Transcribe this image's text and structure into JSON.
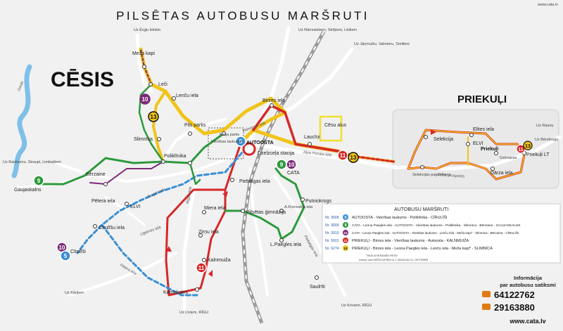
{
  "header": {
    "title": "PILSĒTAS AUTOBUSU MARŠRUTI",
    "url_top": "www.cata.lv"
  },
  "town_labels": {
    "cesis": "CĒSIS",
    "priekuli": "PRIEKUĻI",
    "river": "Gauja"
  },
  "directions": {
    "erglu": "Uz Ērgļu klintim",
    "ramniekiem": "Uz Rāmniekiem, Strīķiem, Lēdiem",
    "jaunmuizu": "Uz Jāņmuižu, Valmieru, Smilteni",
    "raiskumu": "Uz Raiskumu, Straupi, Limbažiem",
    "karliem": "Uz Kārļiem",
    "livani": "Uz Līviem, RĪGU",
    "kriviem": "Uz Kriviem, RĪGU",
    "raunu": "Uz Raunu",
    "berzkrogu": "Uz Bērzkrogu"
  },
  "stops": {
    "meza_kapi": "Meža kapi",
    "leci": "Leči",
    "lencu": "Lenču iela",
    "slimnica": "Slimnīca",
    "pils_parks": "Pils parks",
    "maija_parks": "Maija parks",
    "vienibas_laukums": "Vienības laukums",
    "poliklinika": "Poliklīnika",
    "birzes": "Birzes iela",
    "autoosta": "AUTOOSTA",
    "dzelzcela": "Dzelzceļa stacija",
    "laucini": "Laucīņi",
    "cesu_alus": "Cēsu alus",
    "cata": "CATA",
    "piebalgas": "Piebalgas iela",
    "berzaine": "Bērzaine",
    "gaujaskalns": "Gaujaskalns",
    "petera": "Pētera iela",
    "elvi": "ELVI",
    "cirulisu_iela": "Cīrulīšu iela",
    "cirulisi": "Cīrulīši",
    "miera": "Miera iela",
    "zirnu": "Zirņu iela",
    "kalnmuiza": "Kalnmuiža",
    "katrinkalns": "Katrīnkalns",
    "gimnazija": "Pilsētas ģimnāzija",
    "kronvalda": "A.Kronvalda iela",
    "putnins": "Putniņkrogs",
    "lpaegles": "L.Paegles iela",
    "saulriti": "Saulrīti",
    "selekcija": "Selekcija",
    "selekcijas_pagr": "Selekcijas pagrieziens",
    "elites": "Elites iela",
    "elvi_pr": "ELVI",
    "priekuli_stop": "Priekuļi",
    "dzirnavas": "Dzirnavas",
    "darza": "Dārza iela",
    "priekuli_lt": "Priekuļi LT"
  },
  "streets": {
    "valmieras": "Valmieras iela",
    "poruka": "Jāņa Poruka iela",
    "cesu_prosp": "Cēsu prospekts",
    "rigas": "Rīgas iela",
    "gaujas": "Gaujas iela",
    "ligatnes": "Līgatnes iela",
    "petera_street": "Pētera iela",
    "piebalgas_street": "Piebalgas iela"
  },
  "route_numbers": [
    "5",
    "9",
    "10",
    "11",
    "13"
  ],
  "legend": {
    "title": "AUTOBUSU MARŠRUTI",
    "rows": [
      {
        "nr": "Nr. 3005",
        "badge": "5",
        "text": "AUTOOSTA - Vienības laukums - Poliklīnika - CĪRULĪŠI"
      },
      {
        "nr": "Nr. 3009",
        "badge": "9",
        "text": "CATA - Leona Paegles iela - AUTOOSTA - Vienības laukums - Poliklīnika - Slimnīca - Bērzaine - GAUJASKALNS"
      },
      {
        "nr": "Nr. 3010",
        "badge": "10",
        "text": "CATA - Leona Paegles iela - AUTOOSTA - Vienības laukums - Lenču iela - Meža kapi* - Slimnīca - Bērzaine - CĪRULĪŠI"
      },
      {
        "nr": "Nr. 5601",
        "badge": "11",
        "text": "PRIEKUĻI - Birzes iela - Vienības laukums - Autoosta - KALNMUIŽA"
      },
      {
        "nr": "Nr. 6274",
        "badge": "13",
        "text": "PRIEKUĻI - Birzes iela - Leona Paegles iela - Lenču iela - Meža kapi* - SLIMNĪCA"
      }
    ],
    "note1": "TIKAI ATIEŠANĀS REISI",
    "note2": "Izbrauc caur MEŽA KAPIEM no 1. MAIJA līdz 31. OKTOBRIM"
  },
  "info": {
    "line1": "Informācija",
    "line2": "par autobusu satiksmi",
    "phone1": "64122762",
    "phone2": "29163880",
    "url": "www.cata.lv"
  },
  "colors": {
    "r5": "#3a8fd4",
    "r9": "#2c9a3c",
    "r10": "#7d2a78",
    "r11": "#d62828",
    "r13": "#f0c419",
    "road": "#ffffff",
    "rail": "#9a9a9a",
    "river": "#7ec0e8",
    "badge_phone": "#e07b14"
  }
}
